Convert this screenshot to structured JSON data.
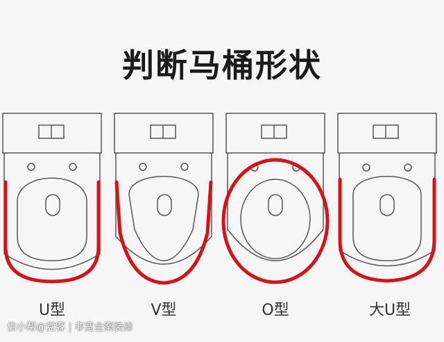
{
  "title": "判断马桶形状",
  "shapes": [
    {
      "label": "U型"
    },
    {
      "label": "V型"
    },
    {
      "label": "O型"
    },
    {
      "label": "大U型"
    }
  ],
  "watermark": "住小帮@党客 | 非宽全案装修",
  "colors": {
    "outline": "#555555",
    "highlight": "#d0161b",
    "background": "#f6f6f6"
  }
}
